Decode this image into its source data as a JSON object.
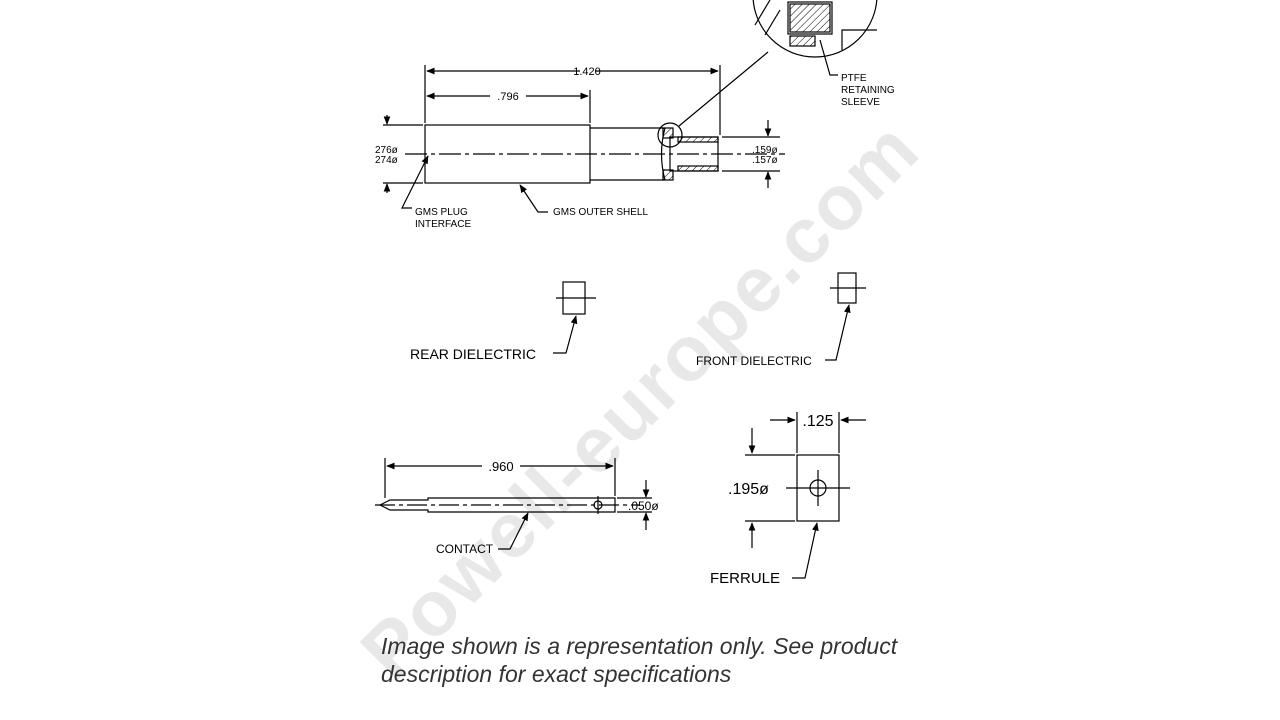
{
  "labels": {
    "ptfe": [
      "PTFE",
      "RETAINING",
      "SLEEVE"
    ],
    "dim_1420": "1.420",
    "dim_796": ".796",
    "dim_276": "276ø",
    "dim_274": "274ø",
    "dim_159": ".159ø",
    "dim_157": ".157ø",
    "gms_plug": [
      "GMS PLUG",
      "INTERFACE"
    ],
    "gms_outer_shell": "GMS OUTER SHELL",
    "rear_dielectric": "REAR DIELECTRIC",
    "front_dielectric": "FRONT DIELECTRIC",
    "dim_960": ".960",
    "dim_050": ".050ø",
    "contact": "CONTACT",
    "dim_125": ".125",
    "dim_195": ".195ø",
    "ferrule": "FERRULE"
  },
  "watermark": "Powell-europe.com",
  "caption": "Image shown is a representation only. See product description for exact specifications"
}
